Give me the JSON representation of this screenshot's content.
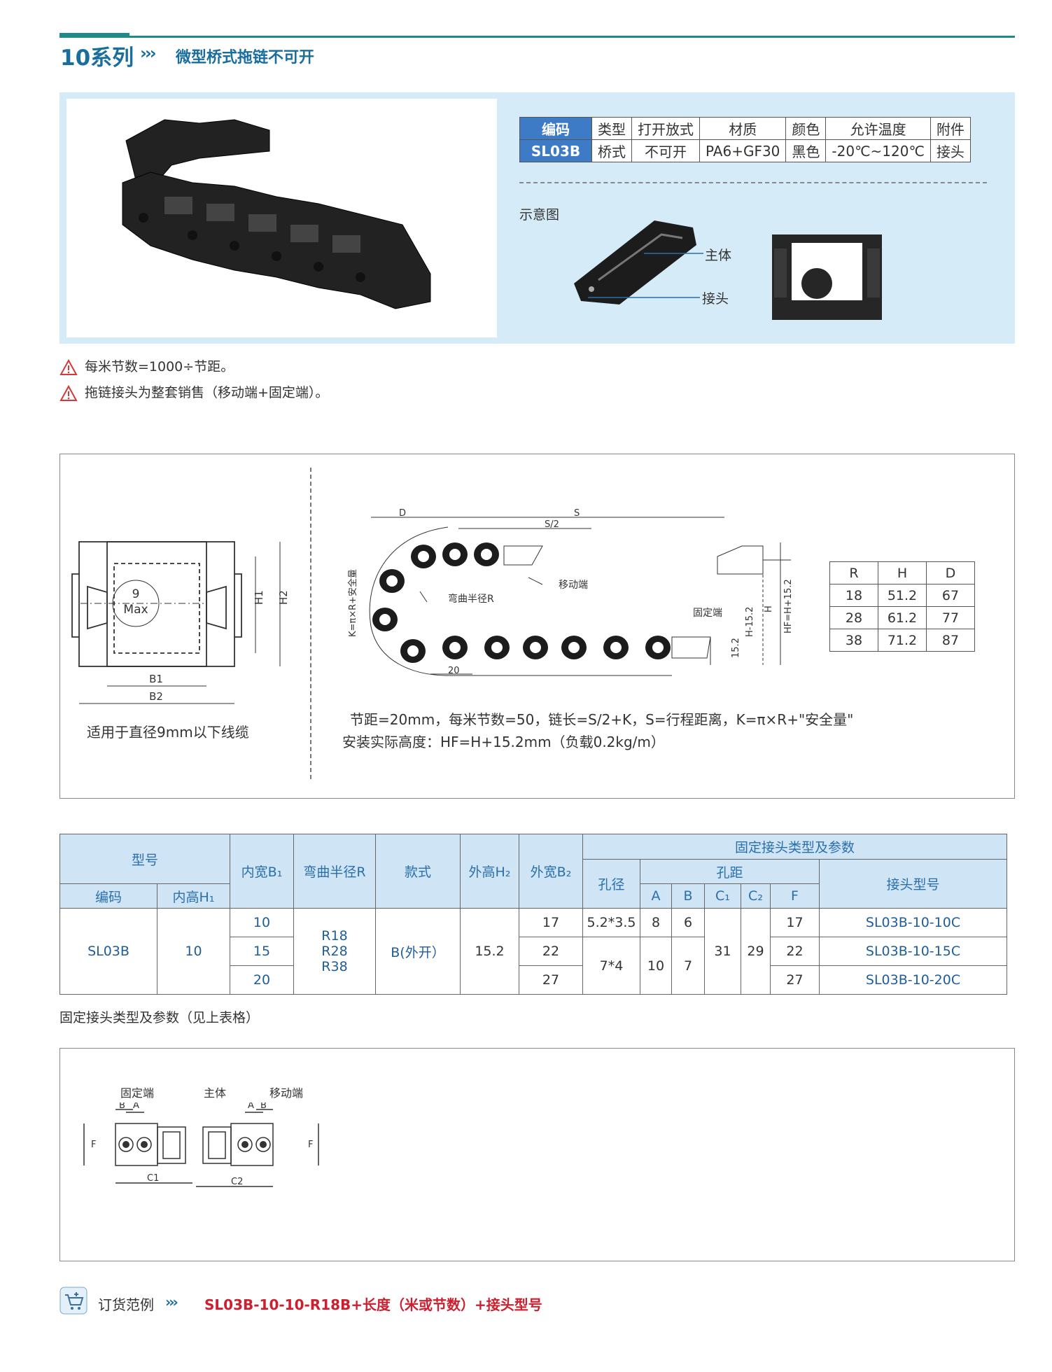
{
  "header": {
    "series": "10系列",
    "chevrons": "›››",
    "subtitle": "微型桥式拖链不可开"
  },
  "spec": {
    "headers": [
      "编码",
      "类型",
      "打开放式",
      "材质",
      "颜色",
      "允许温度",
      "附件"
    ],
    "values": [
      "SL03B",
      "桥式",
      "不可开",
      "PA6+GF30",
      "黑色",
      "-20℃~120℃",
      "接头"
    ]
  },
  "schematic": {
    "label": "示意图",
    "body": "主体",
    "joint": "接头"
  },
  "notes": [
    "每米节数=1000÷节距。",
    "拖链接头为整套销售（移动端+固定端）。"
  ],
  "drawing": {
    "max_label": "9",
    "max_sub": "Max",
    "h1": "H1",
    "h2": "H2",
    "b1": "B1",
    "b2": "B2",
    "fit_note": "适用于直径9mm以下线缆",
    "d": "D",
    "s": "S",
    "s2": "S/2",
    "k": "K=π×R+安全量",
    "move_end": "移动端",
    "bend_radius": "弯曲半径R",
    "fixed_end": "固定端",
    "h_minus": "H-15.2",
    "h": "H",
    "hf": "HF=H+15.2",
    "dim152": "15.2",
    "dim20": "20",
    "pitch_note": "节距=20mm，每米节数=50，链长=S/2+K，S=行程距离，K=π×R+\"安全量\"",
    "height_note": "安装实际高度：HF=H+15.2mm（负载0.2kg/m）"
  },
  "rhd": {
    "headers": [
      "R",
      "H",
      "D"
    ],
    "rows": [
      [
        "18",
        "51.2",
        "67"
      ],
      [
        "28",
        "61.2",
        "77"
      ],
      [
        "38",
        "71.2",
        "87"
      ]
    ]
  },
  "main_table": {
    "h_model": "型号",
    "h_code": "编码",
    "h_inner_h": "内高H₁",
    "h_inner_b": "内宽B₁",
    "h_radius": "弯曲半径R",
    "h_style": "款式",
    "h_outer_h": "外高H₂",
    "h_outer_b": "外宽B₂",
    "h_fixed": "固定接头类型及参数",
    "h_hole": "孔径",
    "h_pitch": "孔距",
    "h_a": "A",
    "h_b": "B",
    "h_c1": "C₁",
    "h_c2": "C₂",
    "h_f": "F",
    "h_joint": "接头型号",
    "code": "SL03B",
    "inner_h": "10",
    "inner_b": [
      "10",
      "15",
      "20"
    ],
    "radius": [
      "R18",
      "R28",
      "R38"
    ],
    "style": "B(外开）",
    "outer_h": "15.2",
    "outer_b": [
      "17",
      "22",
      "27"
    ],
    "hole": [
      "5.2*3.5",
      "7*4"
    ],
    "a": [
      "8",
      "10"
    ],
    "b": [
      "6",
      "7"
    ],
    "c1": "31",
    "c2": "29",
    "f": [
      "17",
      "22",
      "27"
    ],
    "joint": [
      "SL03B-10-10C",
      "SL03B-10-15C",
      "SL03B-10-20C"
    ]
  },
  "main_caption": "固定接头类型及参数（见上表格）",
  "joint_diagram": {
    "fixed": "固定端",
    "body": "主体",
    "moving": "移动端",
    "a": "A",
    "b": "B",
    "c1": "C1",
    "c2": "C2",
    "f": "F"
  },
  "order": {
    "label": "订货范例",
    "chevrons": "›››",
    "code": "SL03B-10-10-R18B+长度（米或节数）+接头型号"
  }
}
